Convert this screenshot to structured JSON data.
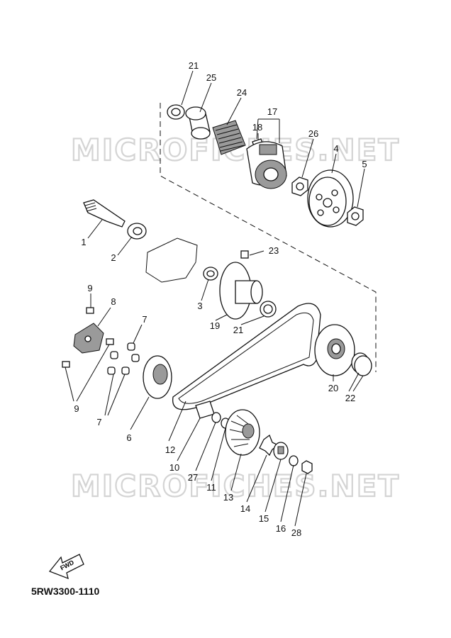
{
  "watermark": {
    "top": "MICROFICHES.NET",
    "bottom": "MICROFICHES.NET"
  },
  "diagram_code": "5RW3300-1110",
  "fwd_label": "FWD",
  "labels": {
    "p1": "1",
    "p2": "2",
    "p3": "3",
    "p4": "4",
    "p5": "5",
    "p6": "6",
    "p7a": "7",
    "p7b": "7",
    "p8": "8",
    "p9a": "9",
    "p9b": "9",
    "p10": "10",
    "p11": "11",
    "p12": "12",
    "p13": "13",
    "p14": "14",
    "p15": "15",
    "p16": "16",
    "p17": "17",
    "p18": "18",
    "p19": "19",
    "p20": "20",
    "p21a": "21",
    "p21b": "21",
    "p22": "22",
    "p23": "23",
    "p24": "24",
    "p25": "25",
    "p26": "26",
    "p27": "27",
    "p28": "28"
  }
}
